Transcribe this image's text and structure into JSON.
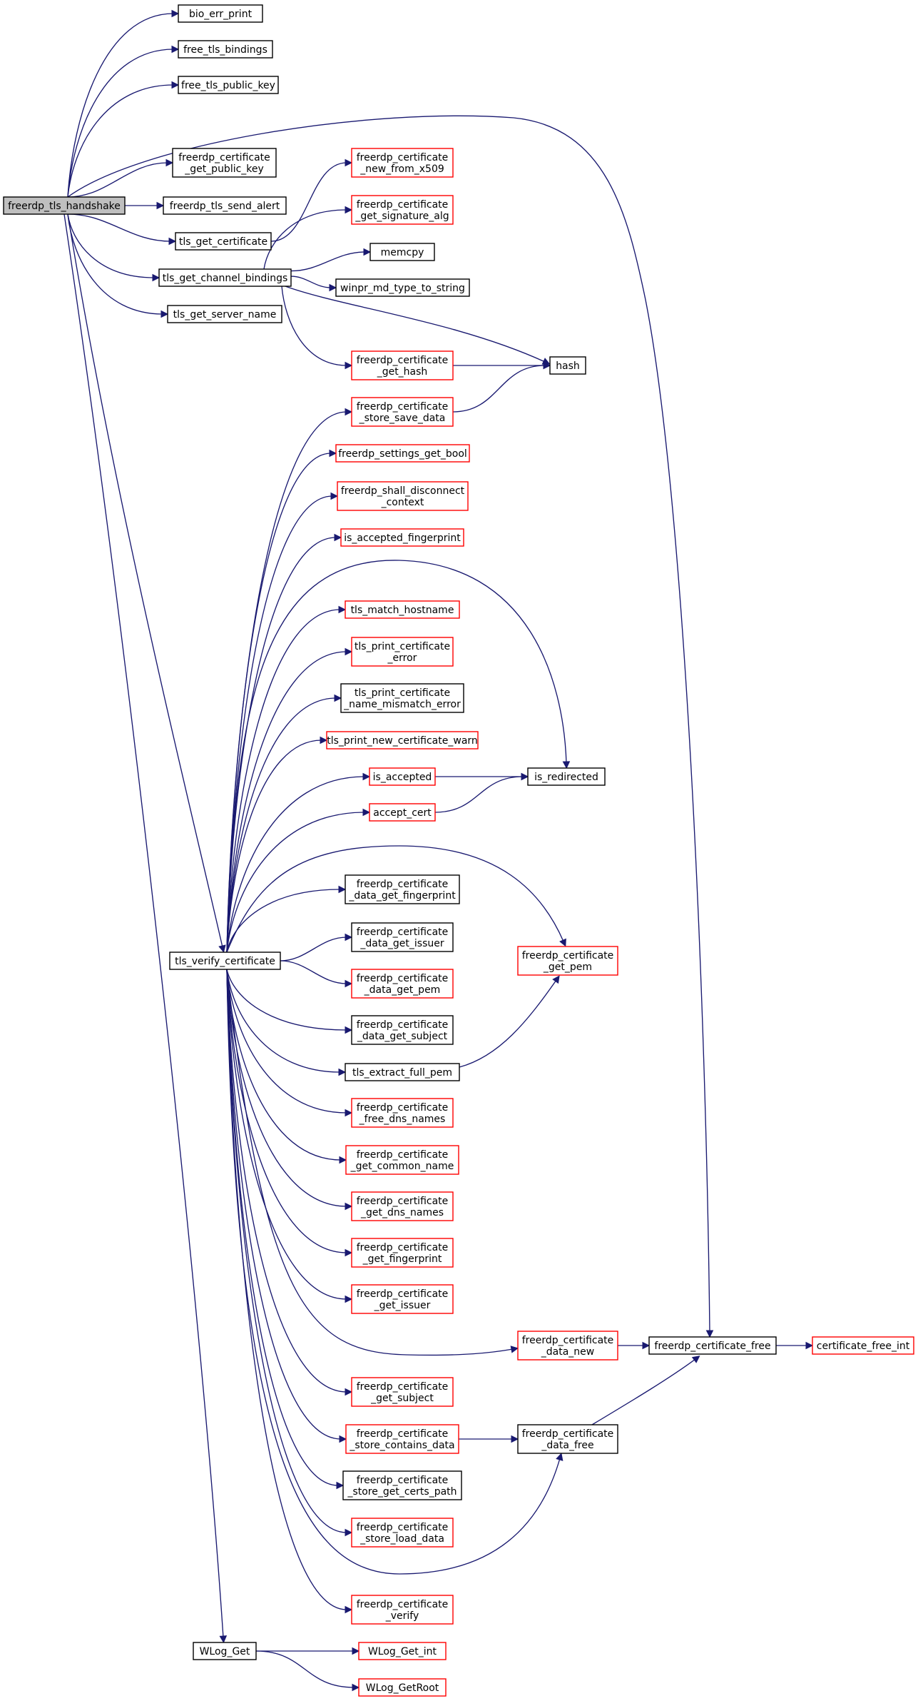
{
  "colors": {
    "edge": "#191970",
    "node_border_documented": "#000000",
    "node_border_undocumented": "#ff0000",
    "root_fill": "#bfbfbf",
    "node_fill": "#ffffff"
  },
  "nodes": [
    {
      "id": "n00",
      "lines": [
        "freerdp_tls_handshake"
      ],
      "style": "root"
    },
    {
      "id": "n01",
      "lines": [
        "bio_err_print"
      ],
      "style": "black"
    },
    {
      "id": "n02",
      "lines": [
        "free_tls_bindings"
      ],
      "style": "black"
    },
    {
      "id": "n03",
      "lines": [
        "free_tls_public_key"
      ],
      "style": "black"
    },
    {
      "id": "n04",
      "lines": [
        "freerdp_certificate",
        "_get_public_key"
      ],
      "style": "black"
    },
    {
      "id": "n05",
      "lines": [
        "freerdp_tls_send_alert"
      ],
      "style": "black"
    },
    {
      "id": "n06",
      "lines": [
        "tls_get_certificate"
      ],
      "style": "black"
    },
    {
      "id": "n07",
      "lines": [
        "tls_get_channel_bindings"
      ],
      "style": "black"
    },
    {
      "id": "n08",
      "lines": [
        "tls_get_server_name"
      ],
      "style": "black"
    },
    {
      "id": "n09",
      "lines": [
        "freerdp_certificate",
        "_new_from_x509"
      ],
      "style": "red"
    },
    {
      "id": "n10",
      "lines": [
        "freerdp_certificate",
        "_get_signature_alg"
      ],
      "style": "red"
    },
    {
      "id": "n11",
      "lines": [
        "memcpy"
      ],
      "style": "black"
    },
    {
      "id": "n12",
      "lines": [
        "winpr_md_type_to_string"
      ],
      "style": "black"
    },
    {
      "id": "n13",
      "lines": [
        "freerdp_certificate",
        "_get_hash"
      ],
      "style": "red"
    },
    {
      "id": "n14",
      "lines": [
        "hash"
      ],
      "style": "black"
    },
    {
      "id": "n15",
      "lines": [
        "freerdp_certificate",
        "_store_save_data"
      ],
      "style": "red"
    },
    {
      "id": "n16",
      "lines": [
        "freerdp_settings_get_bool"
      ],
      "style": "red"
    },
    {
      "id": "n17",
      "lines": [
        "freerdp_shall_disconnect",
        "_context"
      ],
      "style": "red"
    },
    {
      "id": "n18",
      "lines": [
        "is_accepted_fingerprint"
      ],
      "style": "red"
    },
    {
      "id": "n19",
      "lines": [
        "tls_match_hostname"
      ],
      "style": "red"
    },
    {
      "id": "n20",
      "lines": [
        "tls_print_certificate",
        "_error"
      ],
      "style": "red"
    },
    {
      "id": "n21",
      "lines": [
        "tls_print_certificate",
        "_name_mismatch_error"
      ],
      "style": "black"
    },
    {
      "id": "n22",
      "lines": [
        "tls_print_new_certificate_warn"
      ],
      "style": "red"
    },
    {
      "id": "n23",
      "lines": [
        "is_accepted"
      ],
      "style": "red"
    },
    {
      "id": "n24",
      "lines": [
        "is_redirected"
      ],
      "style": "black"
    },
    {
      "id": "n25",
      "lines": [
        "accept_cert"
      ],
      "style": "red"
    },
    {
      "id": "n26",
      "lines": [
        "freerdp_certificate",
        "_data_get_fingerprint"
      ],
      "style": "black"
    },
    {
      "id": "n27",
      "lines": [
        "freerdp_certificate",
        "_data_get_issuer"
      ],
      "style": "black"
    },
    {
      "id": "n28",
      "lines": [
        "tls_verify_certificate"
      ],
      "style": "black"
    },
    {
      "id": "n29",
      "lines": [
        "freerdp_certificate",
        "_get_pem"
      ],
      "style": "red"
    },
    {
      "id": "n30",
      "lines": [
        "freerdp_certificate",
        "_data_get_pem"
      ],
      "style": "red"
    },
    {
      "id": "n31",
      "lines": [
        "freerdp_certificate",
        "_data_get_subject"
      ],
      "style": "black"
    },
    {
      "id": "n32",
      "lines": [
        "tls_extract_full_pem"
      ],
      "style": "black"
    },
    {
      "id": "n33",
      "lines": [
        "freerdp_certificate",
        "_free_dns_names"
      ],
      "style": "red"
    },
    {
      "id": "n34",
      "lines": [
        "freerdp_certificate",
        "_get_common_name"
      ],
      "style": "red"
    },
    {
      "id": "n35",
      "lines": [
        "freerdp_certificate",
        "_get_dns_names"
      ],
      "style": "red"
    },
    {
      "id": "n36",
      "lines": [
        "freerdp_certificate",
        "_get_fingerprint"
      ],
      "style": "red"
    },
    {
      "id": "n37",
      "lines": [
        "freerdp_certificate",
        "_get_issuer"
      ],
      "style": "red"
    },
    {
      "id": "n38",
      "lines": [
        "freerdp_certificate",
        "_data_new"
      ],
      "style": "red"
    },
    {
      "id": "n39",
      "lines": [
        "freerdp_certificate_free"
      ],
      "style": "black"
    },
    {
      "id": "n40",
      "lines": [
        "certificate_free_int"
      ],
      "style": "red"
    },
    {
      "id": "n41",
      "lines": [
        "freerdp_certificate",
        "_get_subject"
      ],
      "style": "red"
    },
    {
      "id": "n42",
      "lines": [
        "freerdp_certificate",
        "_store_contains_data"
      ],
      "style": "red"
    },
    {
      "id": "n43",
      "lines": [
        "freerdp_certificate",
        "_data_free"
      ],
      "style": "black"
    },
    {
      "id": "n44",
      "lines": [
        "freerdp_certificate",
        "_store_get_certs_path"
      ],
      "style": "black"
    },
    {
      "id": "n45",
      "lines": [
        "freerdp_certificate",
        "_store_load_data"
      ],
      "style": "red"
    },
    {
      "id": "n46",
      "lines": [
        "freerdp_certificate",
        "_verify"
      ],
      "style": "red"
    },
    {
      "id": "n47",
      "lines": [
        "WLog_Get"
      ],
      "style": "black"
    },
    {
      "id": "n48",
      "lines": [
        "WLog_Get_int"
      ],
      "style": "red"
    },
    {
      "id": "n49",
      "lines": [
        "WLog_GetRoot"
      ],
      "style": "red"
    }
  ],
  "edges": [
    [
      "n00",
      "n01"
    ],
    [
      "n00",
      "n02"
    ],
    [
      "n00",
      "n03"
    ],
    [
      "n00",
      "n39"
    ],
    [
      "n00",
      "n04"
    ],
    [
      "n00",
      "n05"
    ],
    [
      "n00",
      "n06"
    ],
    [
      "n00",
      "n07"
    ],
    [
      "n00",
      "n08"
    ],
    [
      "n00",
      "n28"
    ],
    [
      "n00",
      "n47"
    ],
    [
      "n06",
      "n09"
    ],
    [
      "n07",
      "n10"
    ],
    [
      "n07",
      "n11"
    ],
    [
      "n07",
      "n12"
    ],
    [
      "n07",
      "n14"
    ],
    [
      "n07",
      "n13"
    ],
    [
      "n13",
      "n14"
    ],
    [
      "n15",
      "n14"
    ],
    [
      "n28",
      "n15"
    ],
    [
      "n28",
      "n16"
    ],
    [
      "n28",
      "n17"
    ],
    [
      "n28",
      "n18"
    ],
    [
      "n28",
      "n24"
    ],
    [
      "n28",
      "n19"
    ],
    [
      "n28",
      "n20"
    ],
    [
      "n28",
      "n21"
    ],
    [
      "n28",
      "n22"
    ],
    [
      "n28",
      "n23"
    ],
    [
      "n28",
      "n25"
    ],
    [
      "n28",
      "n29"
    ],
    [
      "n28",
      "n26"
    ],
    [
      "n28",
      "n27"
    ],
    [
      "n28",
      "n30"
    ],
    [
      "n28",
      "n31"
    ],
    [
      "n28",
      "n32"
    ],
    [
      "n28",
      "n33"
    ],
    [
      "n28",
      "n34"
    ],
    [
      "n28",
      "n35"
    ],
    [
      "n28",
      "n36"
    ],
    [
      "n28",
      "n37"
    ],
    [
      "n28",
      "n38"
    ],
    [
      "n28",
      "n41"
    ],
    [
      "n28",
      "n42"
    ],
    [
      "n28",
      "n44"
    ],
    [
      "n28",
      "n45"
    ],
    [
      "n28",
      "n43"
    ],
    [
      "n28",
      "n46"
    ],
    [
      "n23",
      "n24"
    ],
    [
      "n25",
      "n24"
    ],
    [
      "n32",
      "n29"
    ],
    [
      "n38",
      "n39"
    ],
    [
      "n39",
      "n40"
    ],
    [
      "n42",
      "n43"
    ],
    [
      "n43",
      "n39"
    ],
    [
      "n47",
      "n48"
    ],
    [
      "n47",
      "n49"
    ]
  ]
}
